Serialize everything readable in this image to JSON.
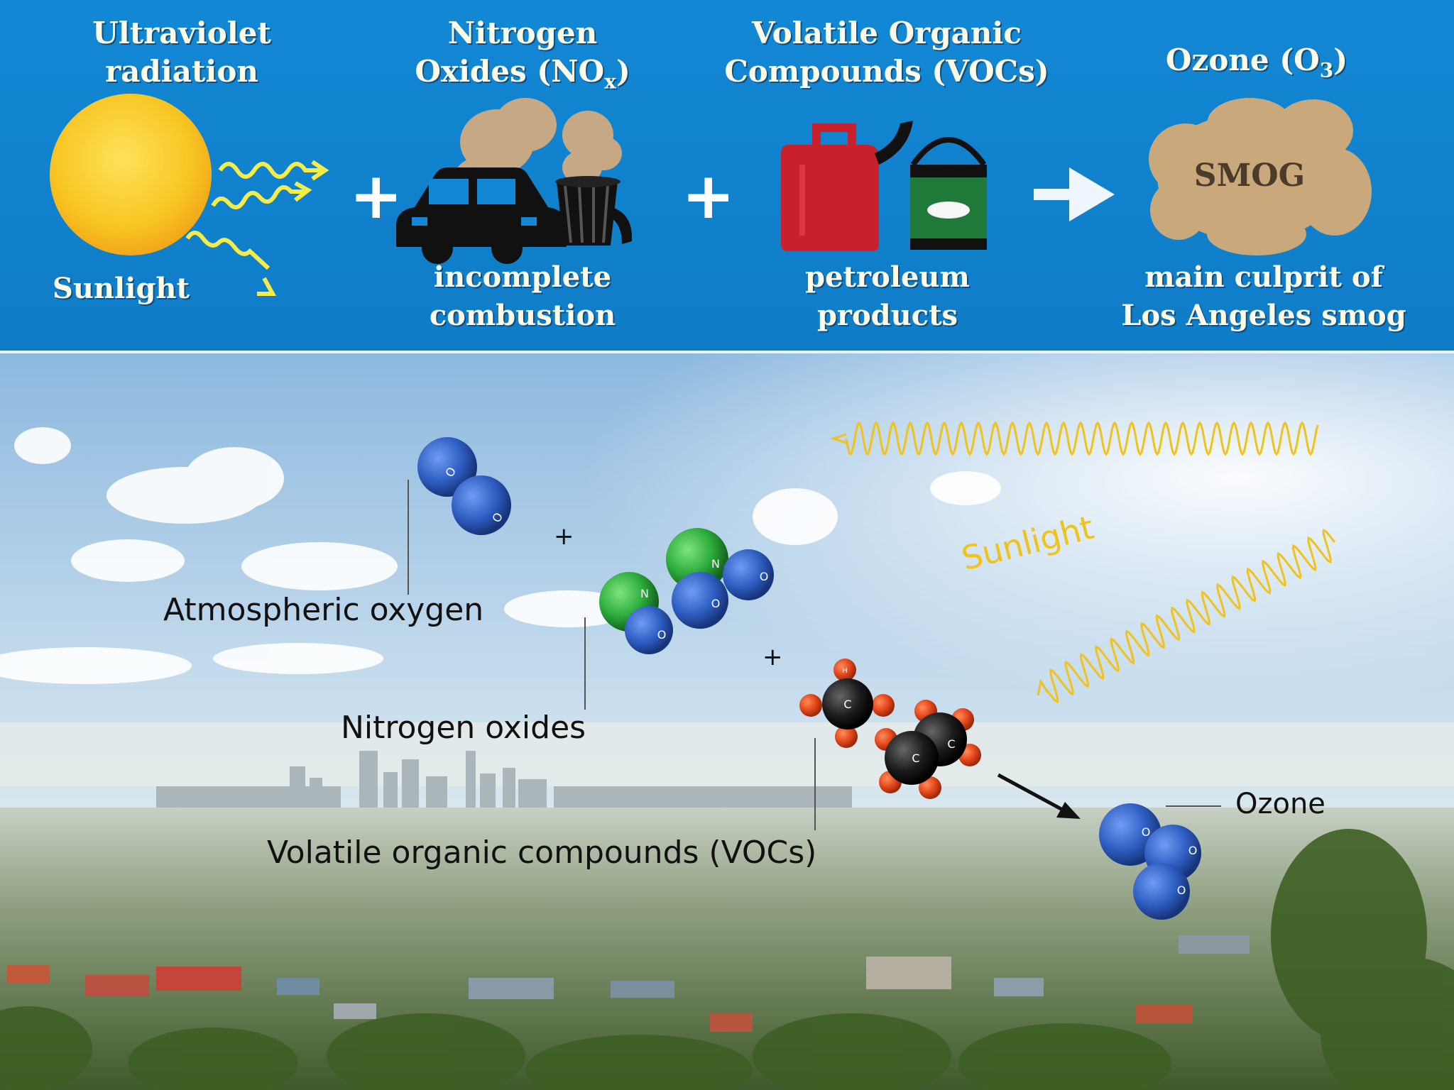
{
  "banner": {
    "uv": {
      "title_1": "Ultraviolet",
      "title_2": "radiation",
      "sub": "Sunlight"
    },
    "nox": {
      "title_1": "Nitrogen",
      "title_2": "Oxides (NO",
      "title_sub": "x",
      "title_end": ")",
      "sub_1": "incomplete",
      "sub_2": "combustion"
    },
    "voc": {
      "title_1": "Volatile Organic",
      "title_2": "Compounds (VOCs)",
      "sub_1": "petroleum",
      "sub_2": "products"
    },
    "ozone": {
      "title": "Ozone (O",
      "title_sub": "3",
      "title_end": ")",
      "cloud_text": "SMOG",
      "sub_1": "main culprit of",
      "sub_2": "Los Angeles smog"
    },
    "plus": "+",
    "colors": {
      "background": "#1288d4",
      "text": "#fffbe8",
      "sun": "#f7c520",
      "smog": "#c9a97b",
      "gas_can": "#c8202c",
      "paint_can": "#1f7a3a"
    }
  },
  "scene": {
    "labels": {
      "oxygen": "Atmospheric oxygen",
      "nitrogen": "Nitrogen oxides",
      "vocs": "Volatile organic compounds (VOCs)",
      "ozone": "Ozone",
      "sunlight": "Sunlight"
    },
    "plus": "+",
    "atom_letters": {
      "oxygen": "O",
      "nitrogen": "N",
      "carbon": "C",
      "hydrogen": "H"
    },
    "colors": {
      "oxygen": "#2f5fc4",
      "nitrogen": "#2cab3c",
      "carbon": "#1c1c1c",
      "hydrogen": "#e2451b",
      "sunlight": "#f0c21a"
    }
  }
}
